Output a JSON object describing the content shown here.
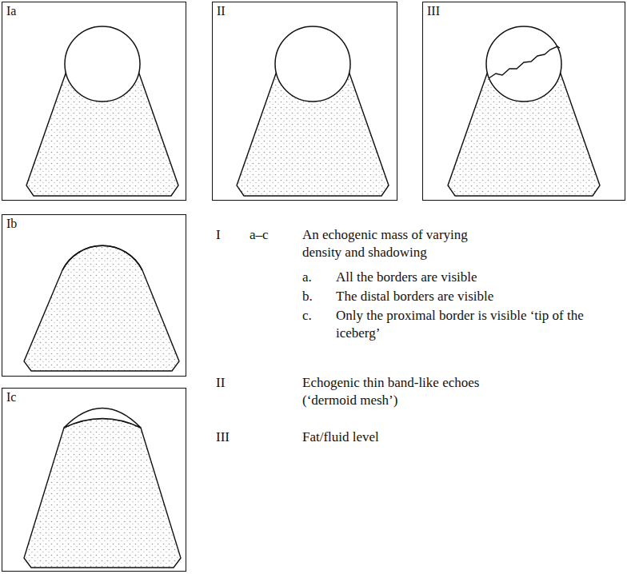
{
  "diagram": {
    "nodes": [
      {
        "text": [
          "Ia"
        ]
      },
      {
        "text": [
          "II"
        ]
      },
      {
        "text": [
          "III"
        ]
      },
      {
        "text": [
          "Ib"
        ]
      },
      {
        "text": [
          "Ic"
        ]
      }
    ],
    "labels": [
      "I",
      "a–c",
      "An echogenic mass of varying density and shadowing",
      "a.",
      "All the borders are visible",
      "b.",
      "The distal borders are visible",
      "c.",
      "Only the proximal border is visible ‘tip of the iceberg’",
      "II",
      "Echogenic thin band-like echoes (‘dermoid mesh’)",
      "III",
      "Fat/fluid level"
    ]
  }
}
